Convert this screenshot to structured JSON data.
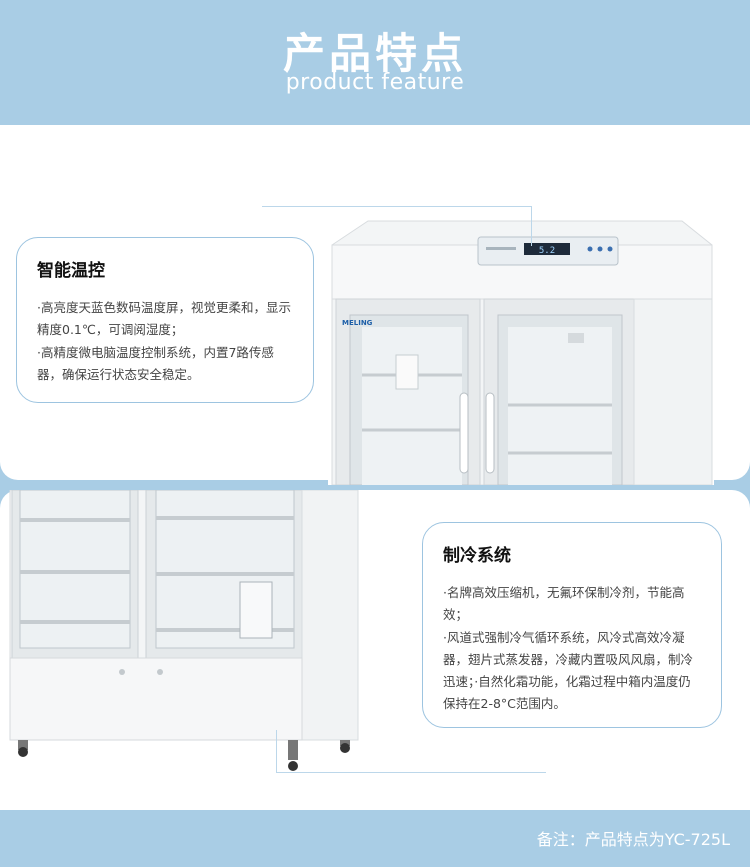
{
  "header": {
    "title": "产品特点",
    "subtitle": "product feature"
  },
  "features": [
    {
      "title": "智能温控",
      "lines": [
        "·高亮度天蓝色数码温度屏，视觉更柔和，显示精度0.1℃，可调阅湿度；",
        "·高精度微电脑温度控制系统，内置7路传感器，确保运行状态安全稳定。"
      ]
    },
    {
      "title": "制冷系统",
      "lines": [
        "·名牌高效压缩机，无氟环保制冷剂，节能高效；",
        "·风道式强制冷气循环系统，风冷式高效冷凝器，翅片式蒸发器，冷藏内置吸风风扇，制冷迅速；·自然化霜功能，化霜过程中箱内温度仍保持在2-8°C范围内。"
      ]
    }
  ],
  "brand_label": "MELING",
  "display_readout": "5.2",
  "footer": {
    "note": "备注：产品特点为YC-725L"
  },
  "colors": {
    "accent": "#a9cde5",
    "card_border": "#9dc4e0"
  }
}
